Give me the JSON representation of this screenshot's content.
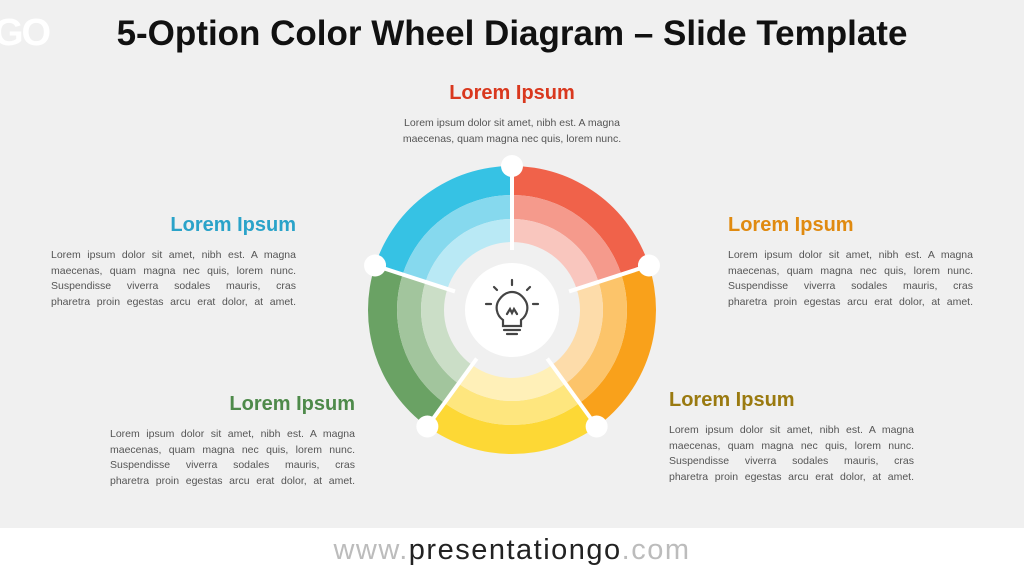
{
  "title": "5-Option Color Wheel Diagram – Slide Template",
  "logo_fragment": "GO",
  "options": [
    {
      "heading": "Lorem Ipsum",
      "color": "#d9381e",
      "text": [
        "Lorem ipsum dolor sit amet, nibh est. A magna",
        "maecenas, quam magna nec quis, lorem nunc."
      ]
    },
    {
      "heading": "Lorem Ipsum",
      "color": "#e08a10",
      "text": [
        "Lorem ipsum dolor sit amet, nibh est. A magna",
        "maecenas, quam magna nec quis, lorem nunc.",
        "Suspendisse viverra sodales mauris, cras",
        "pharetra proin egestas arcu erat dolor, at amet."
      ]
    },
    {
      "heading": "Lorem Ipsum",
      "color": "#9a7a10",
      "text": [
        "Lorem ipsum dolor sit amet, nibh est. A magna",
        "maecenas, quam magna nec quis, lorem nunc.",
        "Suspendisse viverra sodales mauris, cras",
        "pharetra proin egestas arcu erat dolor, at amet."
      ]
    },
    {
      "heading": "Lorem Ipsum",
      "color": "#4e8a4a",
      "text": [
        "Lorem ipsum dolor sit amet, nibh est. A magna",
        "maecenas, quam magna nec quis, lorem nunc.",
        "Suspendisse viverra sodales mauris, cras",
        "pharetra proin egestas arcu erat dolor, at amet."
      ]
    },
    {
      "heading": "Lorem Ipsum",
      "color": "#2aa3c9",
      "text": [
        "Lorem ipsum dolor sit amet, nibh est. A magna",
        "maecenas, quam magna nec quis, lorem nunc.",
        "Suspendisse viverra sodales mauris, cras",
        "pharetra proin egestas arcu erat dolor, at amet."
      ]
    }
  ],
  "wheel": {
    "segments": [
      {
        "name": "red",
        "colors": [
          "#f0624a",
          "#f59a8c",
          "#f9c6be"
        ]
      },
      {
        "name": "orange",
        "colors": [
          "#f9a11b",
          "#fcc46a",
          "#fddcaa"
        ]
      },
      {
        "name": "yellow",
        "colors": [
          "#fdd835",
          "#fee67e",
          "#fff0b8"
        ]
      },
      {
        "name": "green",
        "colors": [
          "#6aa264",
          "#a2c59d",
          "#cbdec7"
        ]
      },
      {
        "name": "blue",
        "colors": [
          "#36c2e4",
          "#86d9ee",
          "#b9e9f5"
        ]
      }
    ],
    "center_icon": "lightbulb-icon"
  },
  "footer": {
    "prefix": "www.",
    "brand": "presentationgo",
    "suffix": ".com"
  }
}
